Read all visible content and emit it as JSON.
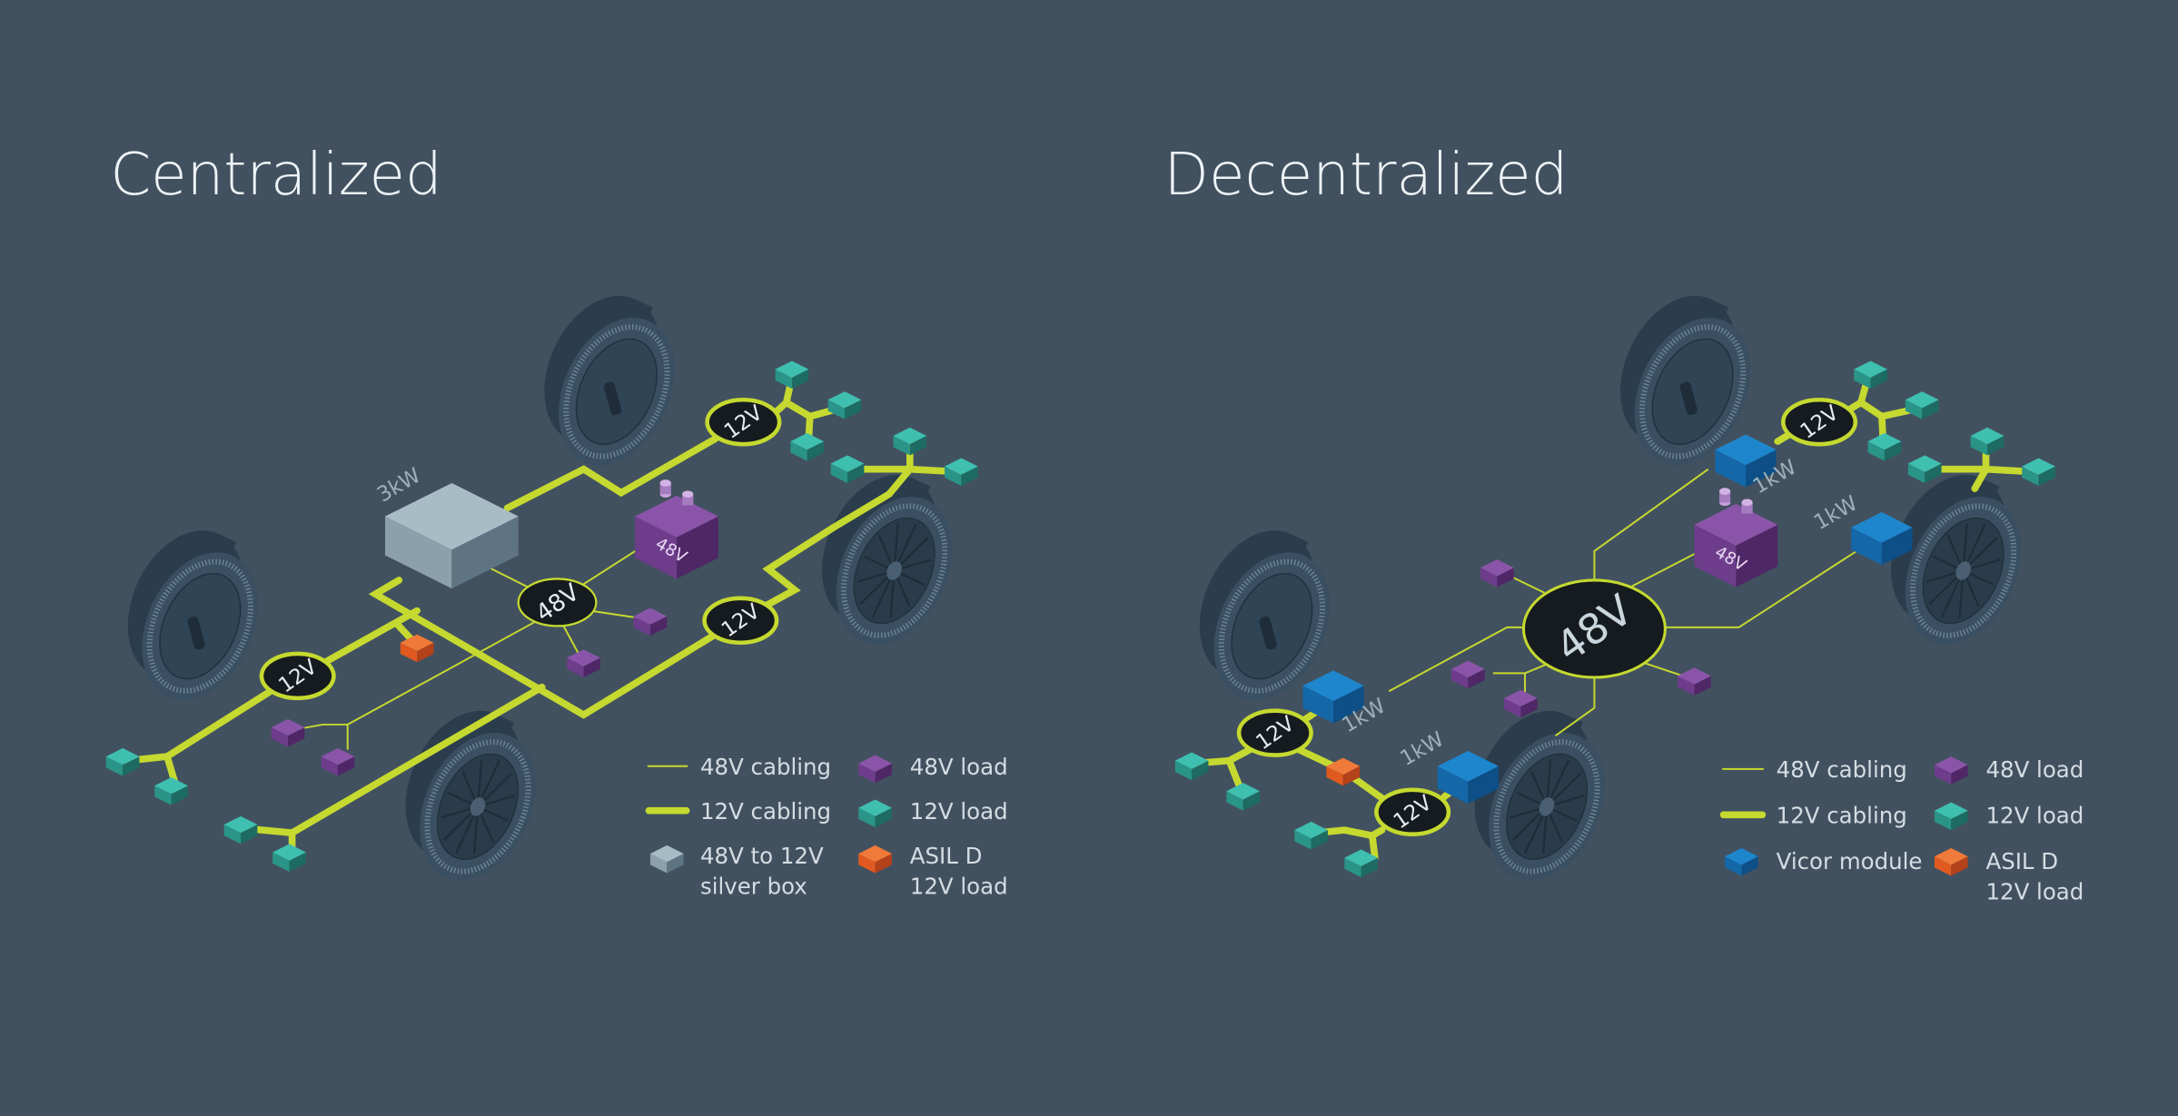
{
  "left": {
    "title": "Centralized",
    "silver_box_label": "3kW",
    "hub_label": "48V",
    "converter_labels": [
      "12V",
      "12V",
      "12V"
    ],
    "battery_label": "48V",
    "legend": {
      "cabling_48v": "48V cabling",
      "cabling_12v": "12V cabling",
      "silver_box_line1": "48V to 12V",
      "silver_box_line2": "silver box",
      "load_48v": "48V load",
      "load_12v": "12V load",
      "asil_line1": "ASIL D",
      "asil_line2": "12V load"
    }
  },
  "right": {
    "title": "Decentralized",
    "hub_label": "48V",
    "module_labels": [
      "1kW",
      "1kW",
      "1kW",
      "1kW"
    ],
    "converter_labels": [
      "12V",
      "12V",
      "12V"
    ],
    "battery_label": "48V",
    "legend": {
      "cabling_48v": "48V cabling",
      "cabling_12v": "12V cabling",
      "vicor_module": "Vicor module",
      "load_48v": "48V load",
      "load_12v": "12V load",
      "asil_line1": "ASIL D",
      "asil_line2": "12V load"
    }
  },
  "colors": {
    "background": "#42515f",
    "cable": "#c5d930",
    "load_12v": "#3fbfb0",
    "load_48v": "#8a55a8",
    "asil": "#f07a3a",
    "vicor": "#1e86cc",
    "silver": "#a8bcc6"
  }
}
